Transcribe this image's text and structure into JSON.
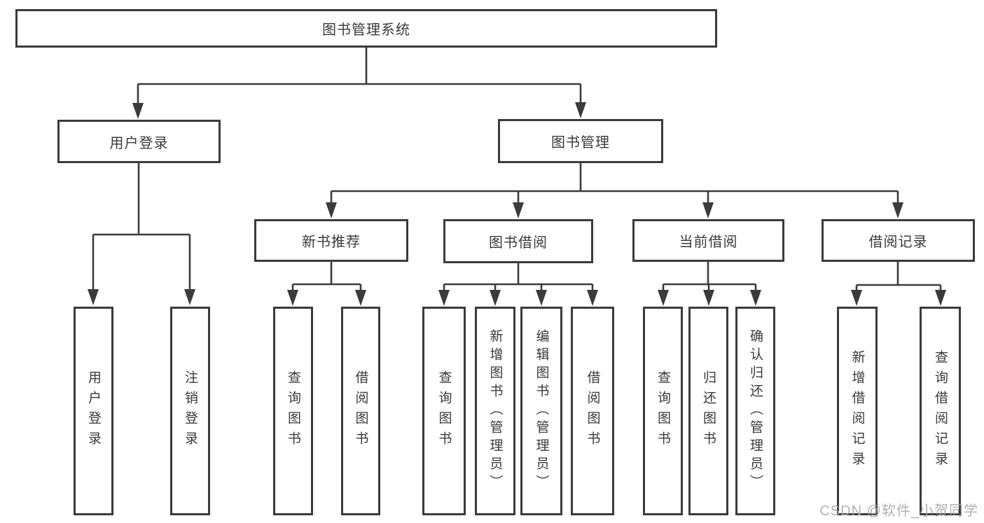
{
  "diagram": {
    "root": {
      "label": "图书管理系统"
    },
    "branches": {
      "user_login": {
        "label": "用户登录",
        "children": [
          {
            "label": "用户登录"
          },
          {
            "label": "注销登录"
          }
        ]
      },
      "book_mgmt": {
        "label": "图书管理",
        "children": [
          {
            "label": "新书推荐",
            "children": [
              {
                "label": "查询图书"
              },
              {
                "label": "借阅图书"
              }
            ]
          },
          {
            "label": "图书借阅",
            "children": [
              {
                "label": "查询图书"
              },
              {
                "label": "新增图书（管理员）"
              },
              {
                "label": "编辑图书（管理员）"
              },
              {
                "label": "借阅图书"
              }
            ]
          },
          {
            "label": "当前借阅",
            "children": [
              {
                "label": "查询图书"
              },
              {
                "label": "归还图书"
              },
              {
                "label": "确认归还（管理员）"
              }
            ]
          },
          {
            "label": "借阅记录",
            "children": [
              {
                "label": "新增借阅记录"
              },
              {
                "label": "查询借阅记录"
              }
            ]
          }
        ]
      }
    }
  },
  "watermark": {
    "text": "CSDN @软件_小贺同学"
  },
  "colors": {
    "line": "#3b3b3b",
    "text": "#3a3a3a",
    "watermark": "#a9a9a9",
    "background": "#ffffff"
  }
}
